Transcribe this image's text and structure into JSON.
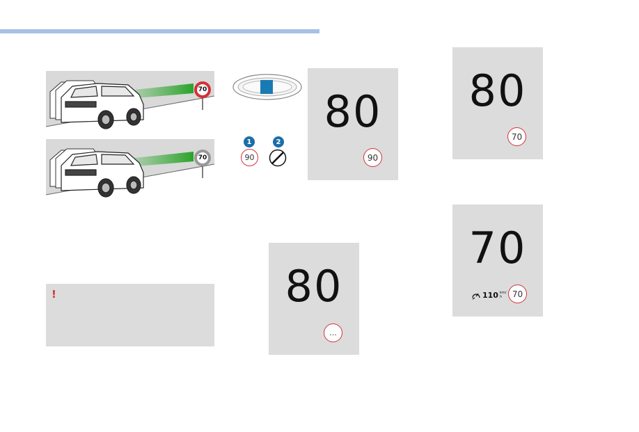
{
  "header": {
    "accent_color": "#a8c0e6"
  },
  "illustrations": {
    "top_sign": "70",
    "bottom_sign": "70",
    "sign_red": "#d5303a"
  },
  "signs_legend": {
    "marker_1": "1",
    "marker_2": "2",
    "sign_1": "90"
  },
  "warning": {
    "icon": "!"
  },
  "displays": {
    "d1": {
      "speed": "80",
      "sign": "90"
    },
    "d2": {
      "speed": "80",
      "sign": "70"
    },
    "d3": {
      "speed": "80",
      "sign": "…"
    },
    "d4": {
      "speed": "70",
      "limiter_value": "110",
      "limiter_unit": "km/h",
      "sign": "70"
    }
  }
}
